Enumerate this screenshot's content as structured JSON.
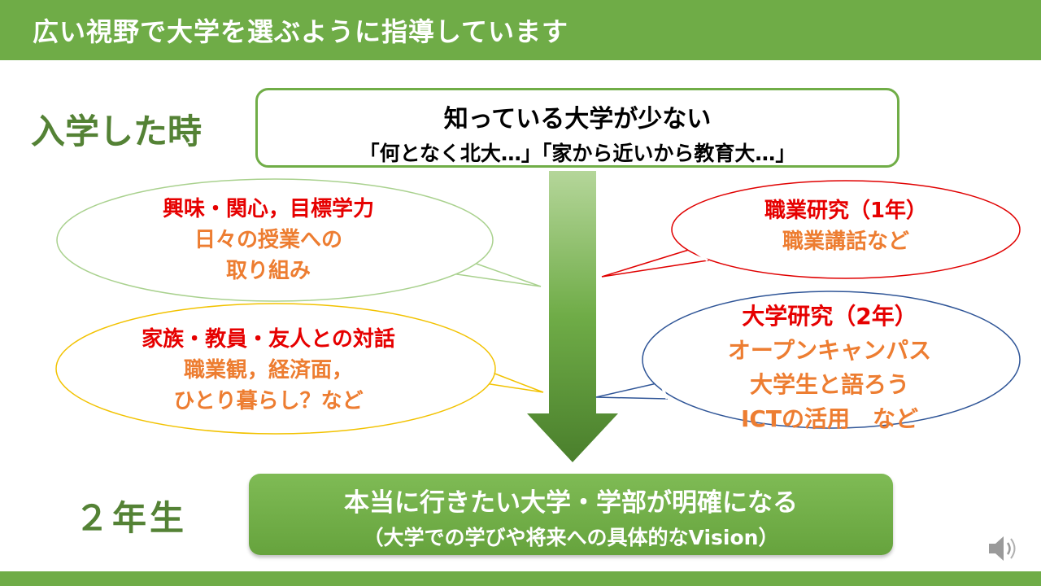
{
  "header": {
    "title": "広い視野で大学を選ぶように指導しています"
  },
  "labels": {
    "enter": "入学した時",
    "year2": "２年生"
  },
  "top_box": {
    "line1": "知っている大学が少ない",
    "line2": "「何となく北大…」「家から近いから教育大…」"
  },
  "bubbles": {
    "interest": {
      "title": "興味・関心，目標学力",
      "line1": "日々の授業への",
      "line2": "取り組み"
    },
    "family": {
      "title": "家族・教員・友人との対話",
      "line1": "職業観，経済面，",
      "line2": "ひとり暮らし？など"
    },
    "job": {
      "title": "職業研究（1年）",
      "line1": "職業講話など"
    },
    "univ": {
      "title": "大学研究（2年）",
      "line1": "オープンキャンパス",
      "line2": "大学生と語ろう",
      "line3": "ICTの活用　など"
    }
  },
  "bottom_box": {
    "line1": "本当に行きたい大学・学部が明確になる",
    "line2": "（大学での学びや将来への具体的なVision）"
  },
  "colors": {
    "green": "#6fac47",
    "dark_green": "#548235",
    "red": "#e60000",
    "orange": "#ed7d31",
    "blue_outline": "#2f5597",
    "yellow_outline": "#f2c200"
  },
  "icons": {
    "audio": "speaker-icon"
  }
}
